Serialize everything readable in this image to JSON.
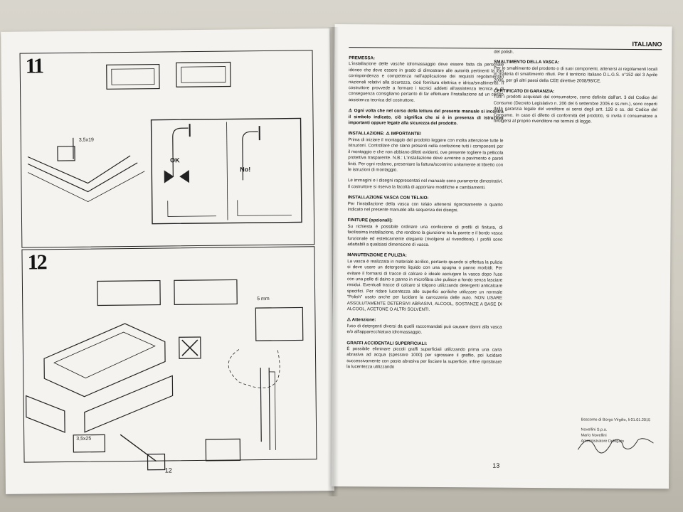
{
  "left_page": {
    "step_11": "11",
    "step_12": "12",
    "dim_a": "3,5x19",
    "dim_b": "3,5x25",
    "dim_c": "5 mm",
    "ok_label": "OK",
    "no_label": "No!",
    "page_number": "12"
  },
  "right_page": {
    "language": "ITALIANO",
    "page_number": "13",
    "col1_top": "del polish.",
    "sections_left": [
      {
        "title": "PREMESSA:",
        "body": "L'installazione delle vasche idromassaggio deve essere fatta da personale idoneo che deve essere in grado di dimostrare alle autorità pertinenti la loro corrispondenza e competenza nell'applicazione dei requisiti regolamentari nazionali relativi alla sicurezza, cioè fornitura elettrica e idrica/smaltimento. Il costruttore provvede a formare i tecnici addetti all'assistenza tecnica e di conseguenza consigliamo pertanto di far effettuare l'installazione ad un centro assistenza tecnica del costruttore."
      },
      {
        "title": "⚠ Ogni volta che nel corso della lettura del presente manuale si incontra il simbolo indicato, ciò significa che si è in presenza di istruzioni importanti oppure legate alla sicurezza del prodotto.",
        "body": ""
      },
      {
        "title": "INSTALLAZIONE: ⚠ IMPORTANTE!",
        "body": "Prima di iniziare il montaggio del prodotto leggere con molta attenzione tutte le istruzioni. Controllare che siano presenti nella confezione tutti i componenti per il montaggio e che non abbiano difetti evidenti, ove presente togliere la pellicola protettiva trasparente. N.B.: L'installazione deve avvenire a pavimento e pareti finiti. Per ogni reclamo, presentare la fattura/scontrino unitamente al libretto con le istruzioni di montaggio."
      },
      {
        "title": "",
        "body": "Le immagini e i disegni rappresentati nel manuale sono puramente dimostrativi. Il costruttore si riserva la facoltà di apportare modifiche e cambiamenti."
      },
      {
        "title": "INSTALLAZIONE VASCA CON TELAIO:",
        "body": "Per l'installazione della vasca con telaio attenersi rigorosamente a quanto indicato nel presente manuale alla sequenza dei disegni."
      },
      {
        "title": "FINITURE (opzionali):",
        "body": "Su richiesta è possibile ordinare una confezione di profili di finitura, di facilissima installazione, che rendono la giunzione tra la parete e il bordo vasca funzionale ed esteticamente elegante (rivolgersi al rivenditore). I profili sono adattabili a qualsiasi dimensione di vasca."
      },
      {
        "title": "MANUTENZIONE E PULIZIA:",
        "body": "La vasca è realizzata in materiale acrilico, pertanto quando si effettua la pulizia si deve usare un detergente liquido con una spugna o panno morbidi. Per evitare il formarsi di tracce di calcare è ideale asciugare la vasca dopo l'uso con una pelle di daino o panno in microfibra che pulisce a fondo senza lasciare residui. Eventuali tracce di calcare si tolgono utilizzando detergenti anticalcare specifici. Per ridare lucentezza alle superfici acriliche utilizzare un normale \"Polish\" usato anche per lucidare la carrozzeria delle auto. NON USARE ASSOLUTAMENTE DETERSIVI ABRASIVI, ALCOOL, SOSTANZE A BASE DI ALCOOL, ACETONE O ALTRI SOLVENTI."
      },
      {
        "title": "⚠ Attenzione:",
        "body": "l'uso di detergenti diversi da quelli raccomandati può causare danni alla vasca e/o all'apparecchiatura idromassaggio."
      },
      {
        "title": "GRAFFI ACCIDENTALI SUPERFICIALI:",
        "body": "È possibile eliminare piccoli graffi superficiali utilizzando prima una carta abrasiva ad acqua (spessore 1000) per sgrossare il graffio, poi lucidare successivamente con pasta abrasiva per lisciare la superficie, infine ripristinare la lucentezza utilizzando"
      }
    ],
    "sections_right": [
      {
        "title": "SMALTIMENTO DELLA VASCA:",
        "body": "Per lo smaltimento del prodotto o di suoi componenti, attenersi ai regolamenti locali in materia di smaltimento rifiuti. Per il territorio Italiano D.L.G.S. n°152 del 3 Aprile 2006, per gli altri paesi della CEE direttive 2008/98/CE."
      },
      {
        "title": "CERTIFICATO DI GARANZIA:",
        "body": "Tutti i prodotti acquistati dal consumatore, come definito dall'art. 3 del Codice del Consumo (Decreto Legislativo n. 206 del 6 settembre 2005 e ss.mm.), sono coperti dalla garanzia legale del venditore ai sensi degli artt. 128 e ss. del Codice del Consumo. In caso di difetto di conformità del prodotto, si invita il consumatore a rivolgersi al proprio rivenditore nei termini di legge."
      }
    ],
    "signature_block": {
      "place_date": "Boscome di Borgo Virgilio, li 01.01.2015",
      "company": "Novellini S.p.a.",
      "person": "Mario Novellini",
      "role": "Amministratore Delegato"
    }
  }
}
